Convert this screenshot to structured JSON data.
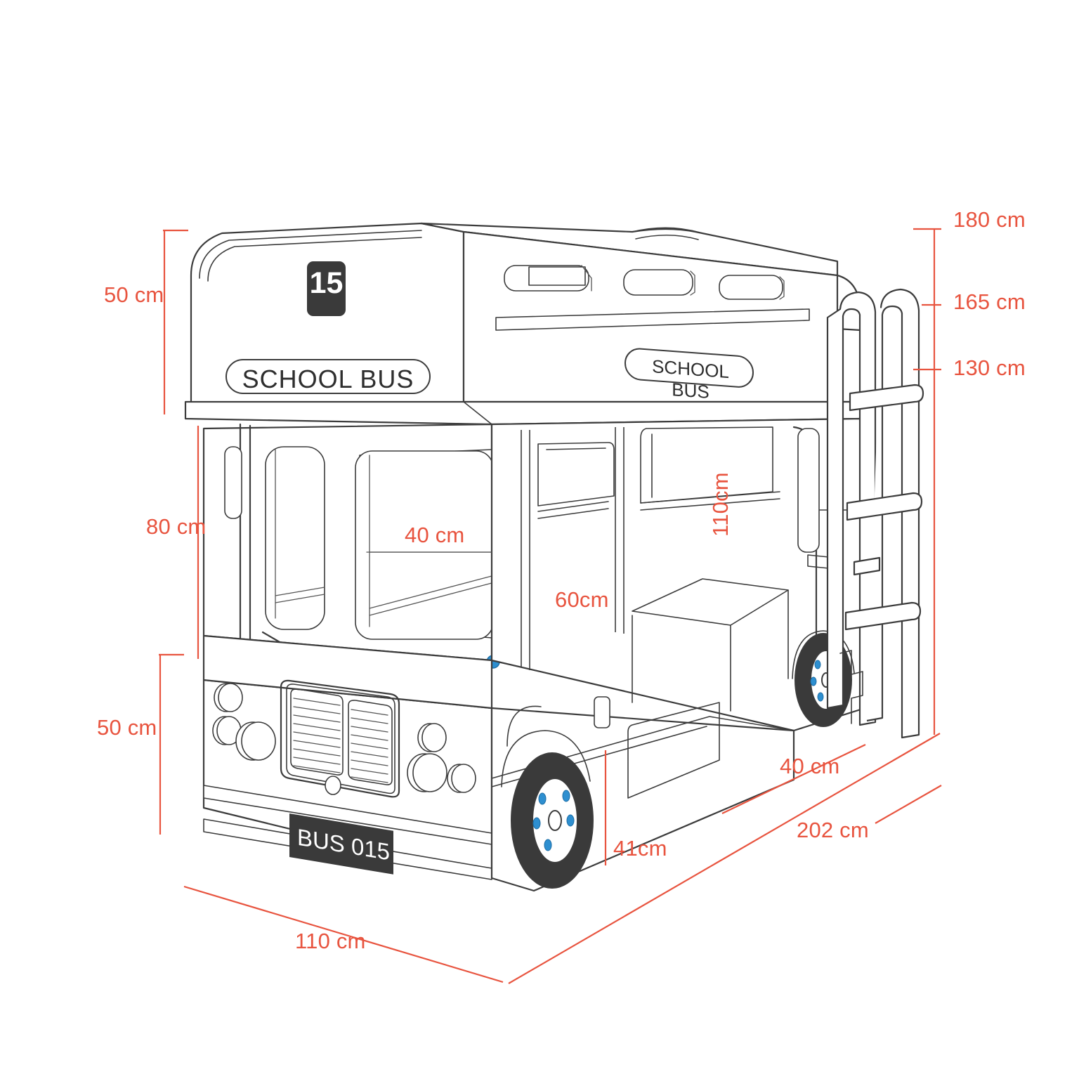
{
  "drawing": {
    "title": "School bus bunk bed dimensioned drawing",
    "line_color": "#3c3c3c",
    "dimension_color": "#e8543f",
    "badge_color": "#3a3a3a",
    "wheel_color": "#3a3a3a",
    "lug_color": "#2e8fd0",
    "background": "#ffffff"
  },
  "markings": {
    "route_number": "15",
    "front_sign": "SCHOOL BUS",
    "side_sign": "SCHOOL BUS",
    "license_plate": "BUS 015"
  },
  "dimensions": {
    "left_upper_height": "50 cm",
    "left_middle_height": "80 cm",
    "left_lower_height": "50 cm",
    "right_top": "180 cm",
    "right_middle": "165 cm",
    "right_lower": "130 cm",
    "interior_shelf": "40 cm",
    "door_width": "60cm",
    "cabin_height": "110cm",
    "rear_depth": "40 cm",
    "wheel_clearance": "41cm",
    "overall_width": "110 cm",
    "overall_length": "202 cm"
  }
}
